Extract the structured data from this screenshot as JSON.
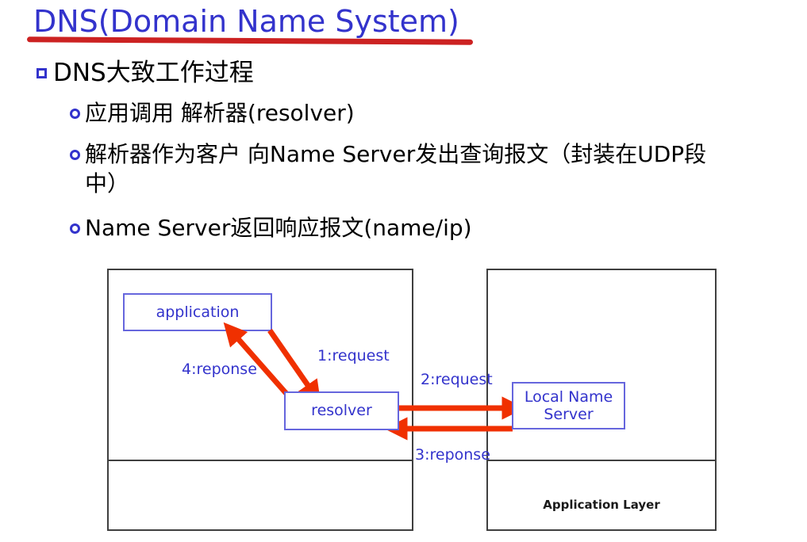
{
  "slide": {
    "title": "DNS(Domain Name System)",
    "title_color": "#3333CC",
    "underline_color": "#CC2222"
  },
  "bullets": {
    "level1": "DNS大致工作过程",
    "level2": [
      "应用调用 解析器(resolver)",
      "解析器作为客户 向Name Server发出查询报文（封装在UDP段中）",
      "Name Server返回响应报文(name/ip)"
    ]
  },
  "diagram": {
    "boxes": {
      "application": "application",
      "resolver": "resolver",
      "local_name_server": "Local Name\nServer"
    },
    "arrow_labels": {
      "step1": "1:request",
      "step2": "2:request",
      "step3": "3:reponse",
      "step4": "4:reponse"
    },
    "layer_label": "Application Layer",
    "colors": {
      "arrow": "#F03000",
      "inner_box_border": "#6666DD",
      "inner_box_text": "#3333CC",
      "outer_box_border": "#3F3F3F"
    }
  }
}
